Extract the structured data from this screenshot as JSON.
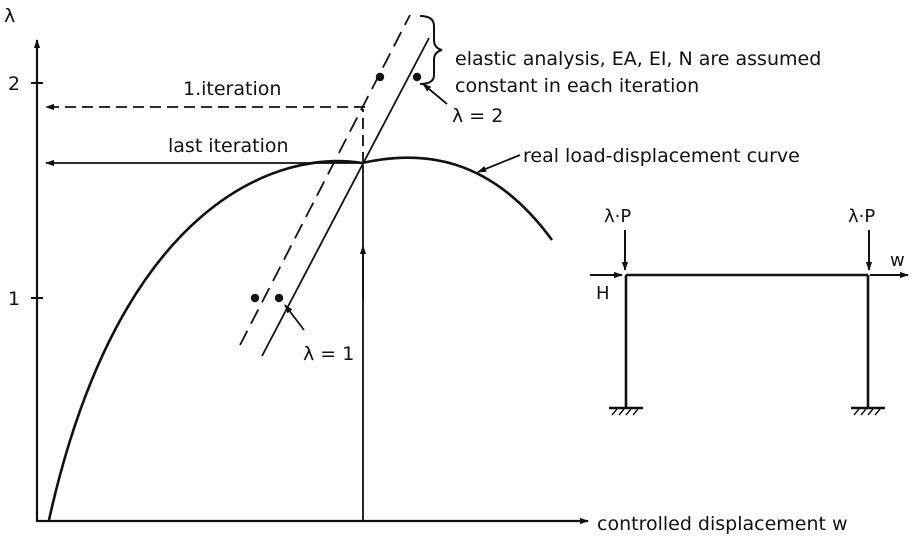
{
  "axes": {
    "y_label": "λ",
    "x_label": "controlled displacement w",
    "y_ticks": [
      {
        "label": "2",
        "value": 2
      },
      {
        "label": "1",
        "value": 1
      }
    ]
  },
  "annotations": {
    "first_iteration": "1.iteration",
    "last_iteration": "last iteration",
    "elastic_line1": "elastic analysis, EA, EI, N are assumed",
    "elastic_line2": "constant in each iteration",
    "lambda2": "λ = 2",
    "lambda1": "λ = 1",
    "real_curve": "real load-displacement curve"
  },
  "frame": {
    "load_left": "λ·P",
    "load_right": "λ·P",
    "horizontal_load": "H",
    "displacement": "w"
  }
}
